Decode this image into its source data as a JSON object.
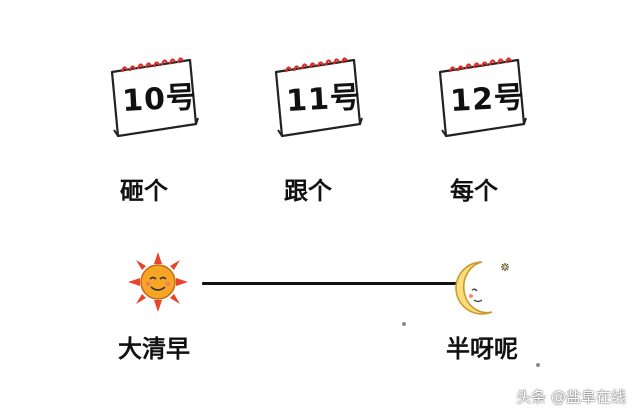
{
  "calendars": [
    {
      "date": "10号",
      "caption": "砸个"
    },
    {
      "date": "11号",
      "caption": "跟个"
    },
    {
      "date": "12号",
      "caption": "每个"
    }
  ],
  "timeline": {
    "start_label": "大清早",
    "end_label": "半呀呢",
    "start_icon": "sun-icon",
    "end_icon": "moon-icon"
  },
  "watermark": "头条 @盐阜在线",
  "colors": {
    "calendar_binding": "#d9302a",
    "sun_fill": "#f6a623",
    "sun_rays": "#e8442b",
    "moon_fill": "#f9dd7a"
  }
}
